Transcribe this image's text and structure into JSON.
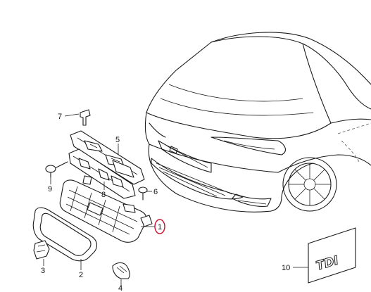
{
  "callouts": [
    {
      "id": "1",
      "label": "1"
    },
    {
      "id": "2",
      "label": "2"
    },
    {
      "id": "3",
      "label": "3"
    },
    {
      "id": "4",
      "label": "4"
    },
    {
      "id": "5",
      "label": "5"
    },
    {
      "id": "6",
      "label": "6"
    },
    {
      "id": "7",
      "label": "7"
    },
    {
      "id": "8",
      "label": "8"
    },
    {
      "id": "9",
      "label": "9"
    },
    {
      "id": "10",
      "label": "10"
    }
  ],
  "highlight_callout": "1",
  "highlight_color": "#c8102e",
  "badge_text": "TDI",
  "icons": [
    "car-outline-icon",
    "grille-icon",
    "bracket-icon",
    "clip-icon",
    "screw-icon",
    "emblem-icon"
  ]
}
